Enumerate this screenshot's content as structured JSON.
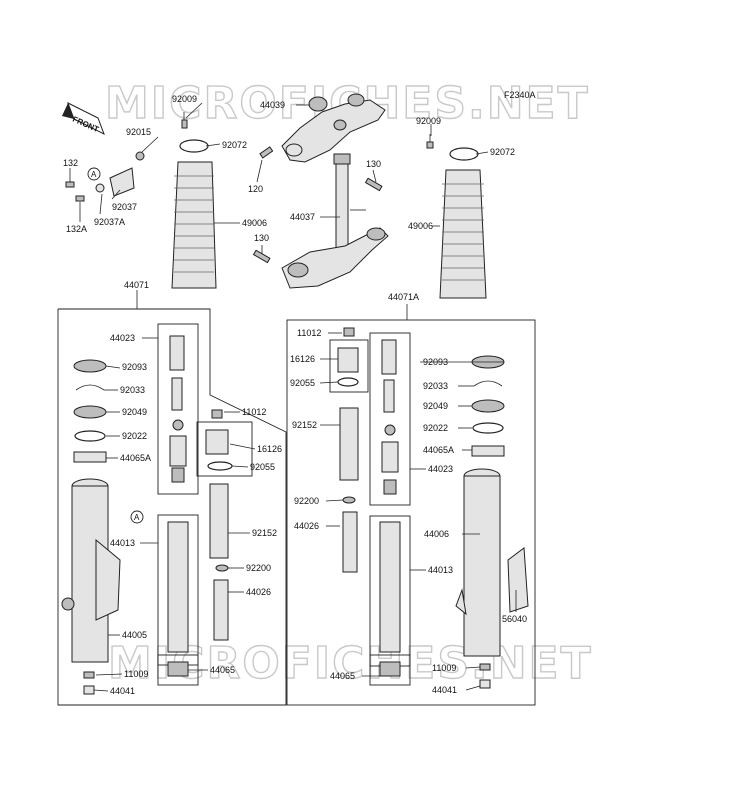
{
  "figure_code": "F2340A",
  "front_label": "FRONT",
  "watermarks": [
    "MICROFICHES.NET",
    "MICROFICHES.NET"
  ],
  "callout_A": "A",
  "labels": [
    {
      "id": "l1",
      "text": "92009"
    },
    {
      "id": "l2",
      "text": "44039"
    },
    {
      "id": "l3",
      "text": "92015"
    },
    {
      "id": "l4",
      "text": "92072"
    },
    {
      "id": "l5",
      "text": "92009"
    },
    {
      "id": "l6",
      "text": "92072"
    },
    {
      "id": "l7",
      "text": "132"
    },
    {
      "id": "l8",
      "text": "120"
    },
    {
      "id": "l9",
      "text": "130"
    },
    {
      "id": "l10",
      "text": "92037"
    },
    {
      "id": "l11",
      "text": "132A"
    },
    {
      "id": "l12",
      "text": "92037A"
    },
    {
      "id": "l13",
      "text": "49006"
    },
    {
      "id": "l14",
      "text": "44037"
    },
    {
      "id": "l15",
      "text": "49006"
    },
    {
      "id": "l16",
      "text": "130"
    },
    {
      "id": "l17",
      "text": "44071"
    },
    {
      "id": "l18",
      "text": "44071A"
    },
    {
      "id": "l19",
      "text": "11012"
    },
    {
      "id": "l20",
      "text": "44023"
    },
    {
      "id": "l21",
      "text": "16126"
    },
    {
      "id": "l22",
      "text": "92093"
    },
    {
      "id": "l23",
      "text": "92093"
    },
    {
      "id": "l24",
      "text": "92055"
    },
    {
      "id": "l25",
      "text": "92033"
    },
    {
      "id": "l26",
      "text": "92033"
    },
    {
      "id": "l27",
      "text": "92049"
    },
    {
      "id": "l28",
      "text": "92049"
    },
    {
      "id": "l29",
      "text": "11012"
    },
    {
      "id": "l30",
      "text": "92152"
    },
    {
      "id": "l31",
      "text": "92022"
    },
    {
      "id": "l32",
      "text": "92022"
    },
    {
      "id": "l33",
      "text": "16126"
    },
    {
      "id": "l34",
      "text": "44065A"
    },
    {
      "id": "l35",
      "text": "44065A"
    },
    {
      "id": "l36",
      "text": "92055"
    },
    {
      "id": "l37",
      "text": "44023"
    },
    {
      "id": "l38",
      "text": "92200"
    },
    {
      "id": "l39",
      "text": "44026"
    },
    {
      "id": "l40",
      "text": "44006"
    },
    {
      "id": "l41",
      "text": "44013"
    },
    {
      "id": "l42",
      "text": "92152"
    },
    {
      "id": "l43",
      "text": "44013"
    },
    {
      "id": "l44",
      "text": "92200"
    },
    {
      "id": "l45",
      "text": "44026"
    },
    {
      "id": "l46",
      "text": "56040"
    },
    {
      "id": "l47",
      "text": "44005"
    },
    {
      "id": "l48",
      "text": "11009"
    },
    {
      "id": "l49",
      "text": "44065"
    },
    {
      "id": "l50",
      "text": "44065"
    },
    {
      "id": "l51",
      "text": "11009"
    },
    {
      "id": "l52",
      "text": "44041"
    },
    {
      "id": "l53",
      "text": "44041"
    }
  ]
}
